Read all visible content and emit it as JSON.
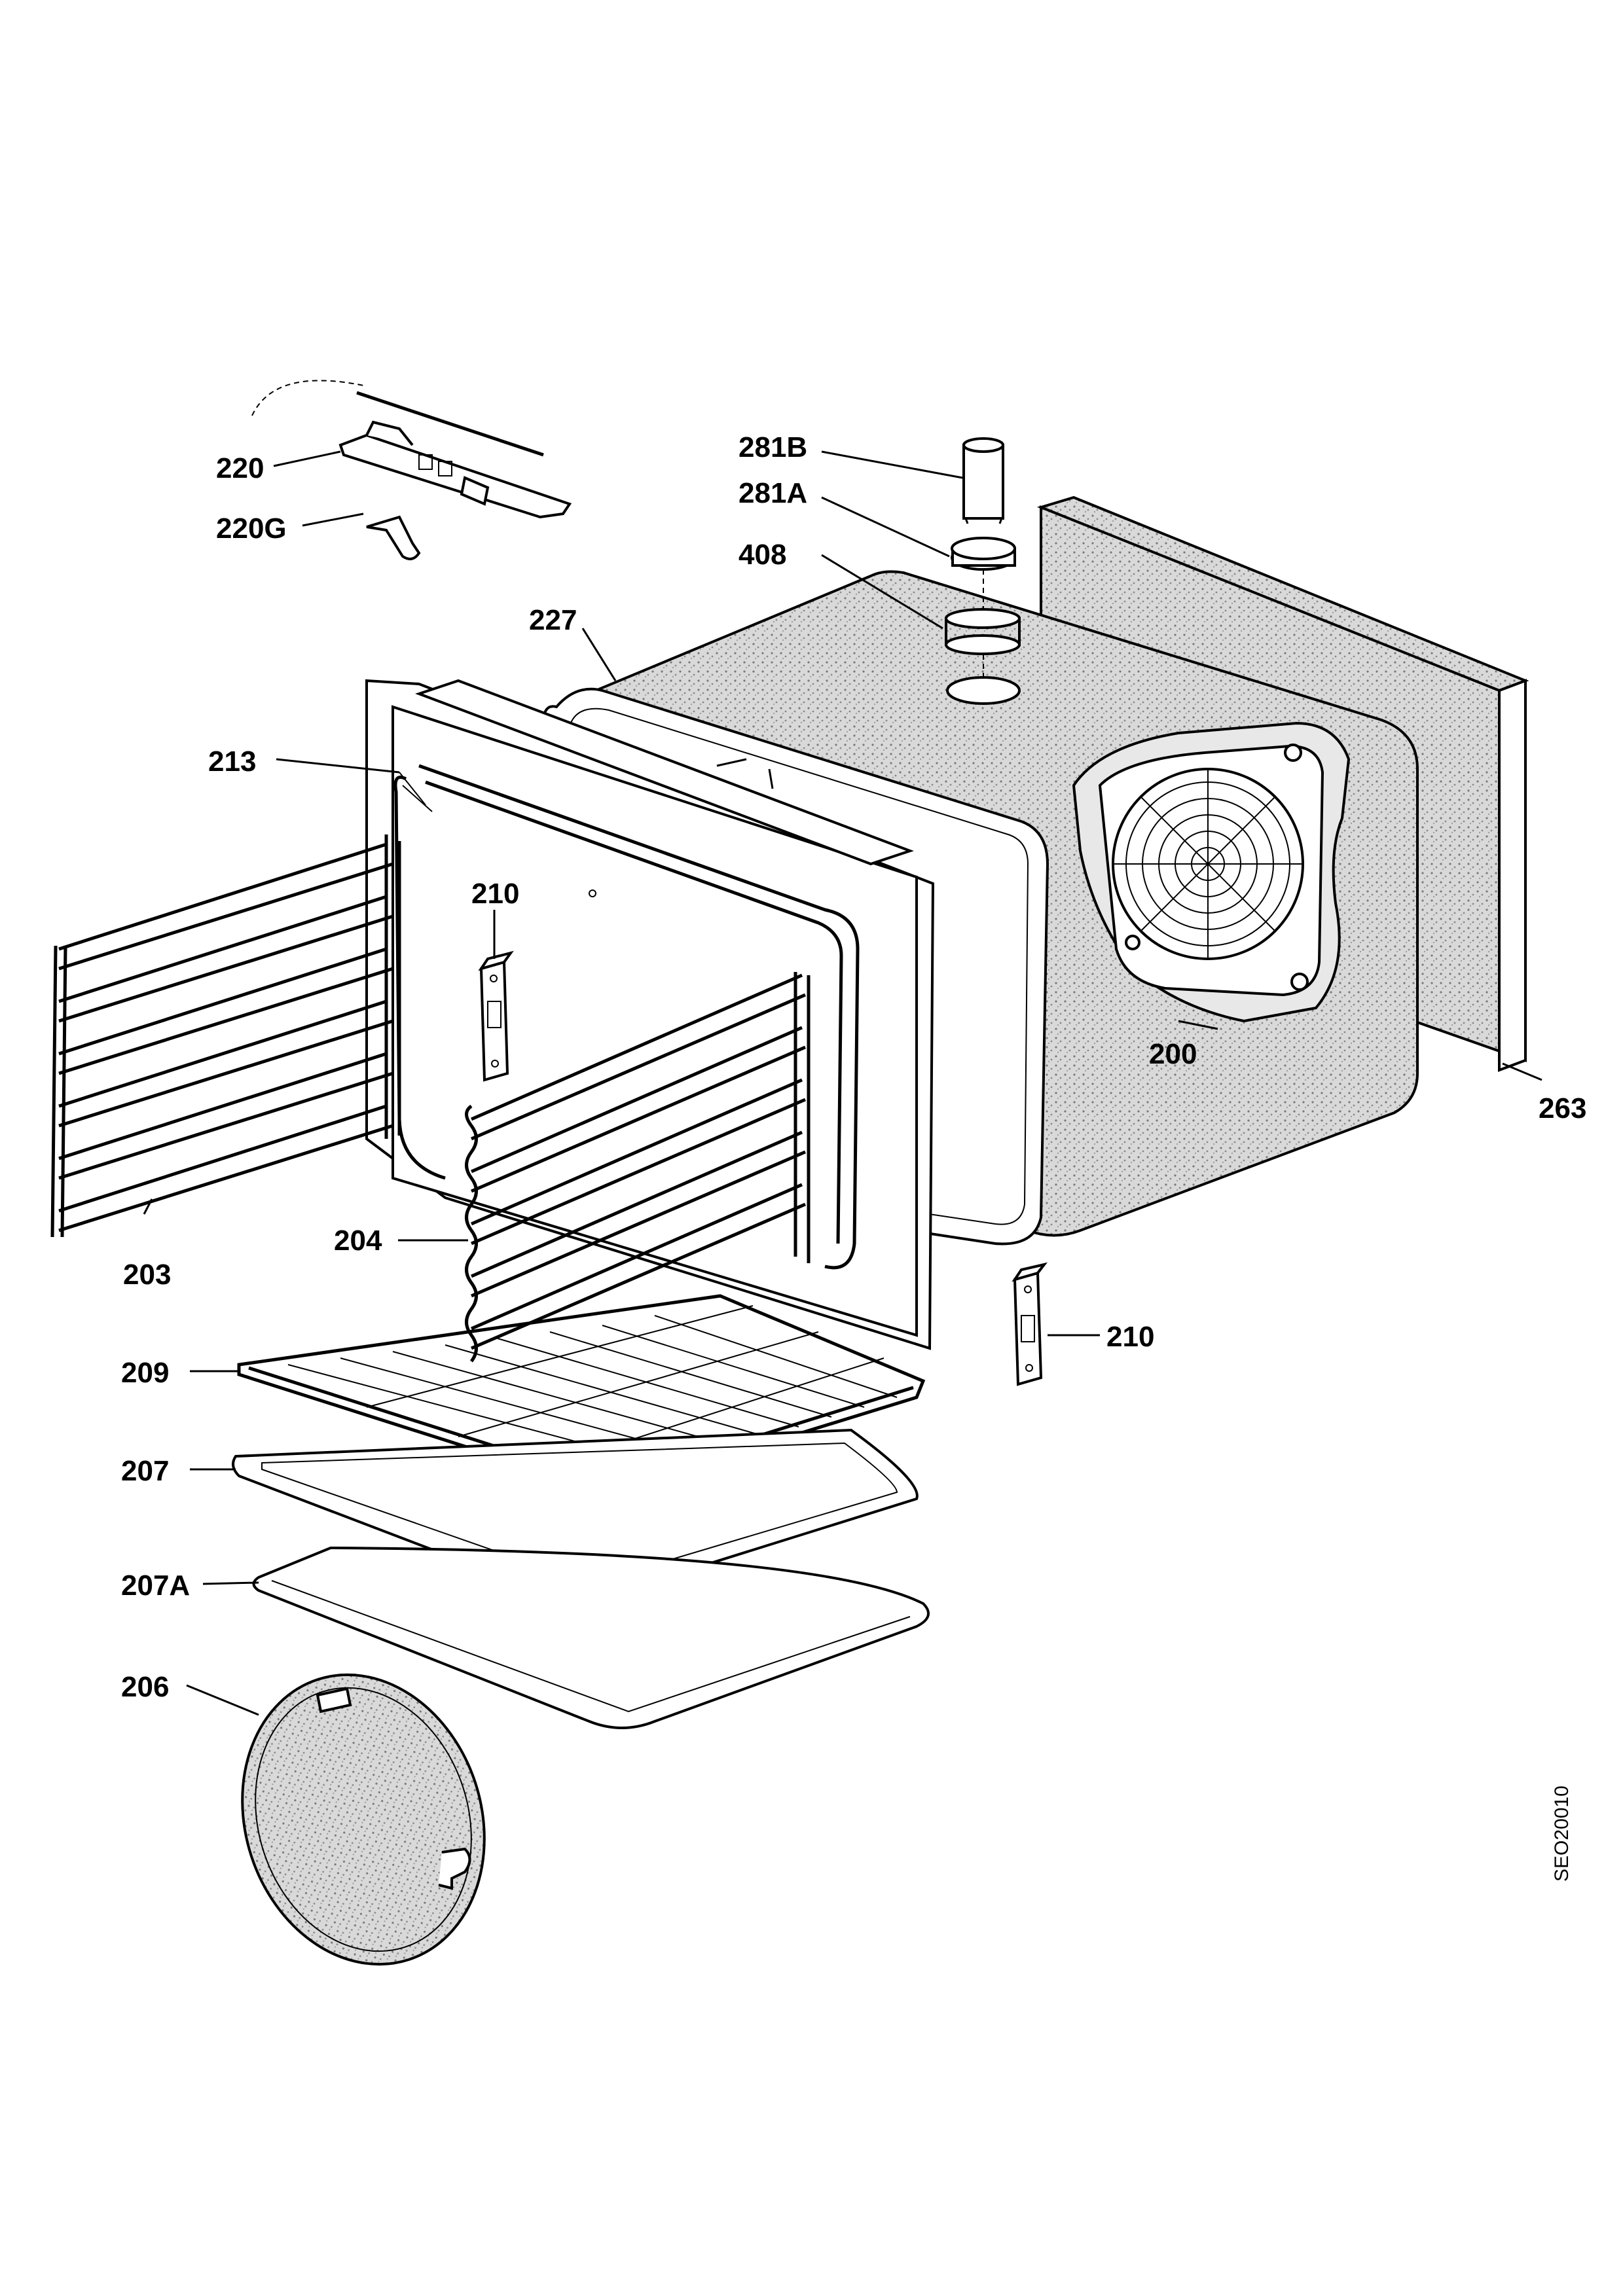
{
  "diagram": {
    "drawing_code": "SEO20010",
    "callouts": [
      {
        "id": "220",
        "label": "220"
      },
      {
        "id": "220G",
        "label": "220G"
      },
      {
        "id": "281B",
        "label": "281B"
      },
      {
        "id": "281A",
        "label": "281A"
      },
      {
        "id": "408",
        "label": "408"
      },
      {
        "id": "227",
        "label": "227"
      },
      {
        "id": "213",
        "label": "213"
      },
      {
        "id": "210a",
        "label": "210"
      },
      {
        "id": "200",
        "label": "200"
      },
      {
        "id": "263",
        "label": "263"
      },
      {
        "id": "204",
        "label": "204"
      },
      {
        "id": "203",
        "label": "203"
      },
      {
        "id": "210b",
        "label": "210"
      },
      {
        "id": "209",
        "label": "209"
      },
      {
        "id": "207",
        "label": "207"
      },
      {
        "id": "207A",
        "label": "207A"
      },
      {
        "id": "206",
        "label": "206"
      }
    ]
  }
}
